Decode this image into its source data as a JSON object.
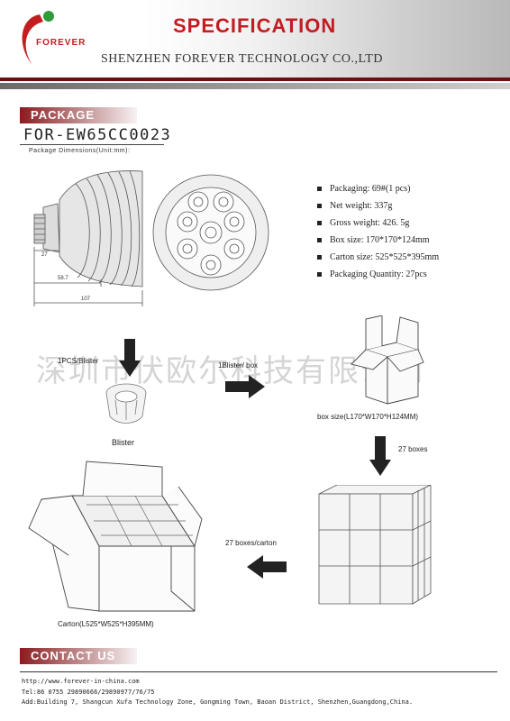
{
  "header": {
    "logo_text": "FOREVER",
    "title": "SPECIFICATION",
    "company": "SHENZHEN FOREVER TECHNOLOGY CO.,LTD"
  },
  "package_section": {
    "heading": "PACKAGE",
    "model": "FOR-EW65CC0023",
    "dimensions_label": "Package Dimensions(Unit:mm):",
    "drawing_dims": [
      "27",
      "58.7",
      "107"
    ]
  },
  "specs": [
    "Packaging: 69#(1 pcs)",
    "Net weight: 337g",
    "Gross weight: 426. 5g",
    "Box  size: 170*170*124mm",
    "Carton size: 525*525*395mm",
    "Packaging  Quantity: 27pcs"
  ],
  "flow": {
    "step1": "1PCS/Blister",
    "blister": "Blister",
    "step2": "1Blister/ box",
    "box_size": "box size(L170*W170*H124MM)",
    "step3": "27  boxes",
    "step4": "27 boxes/carton",
    "carton_size": "Carton(L525*W525*H395MM)"
  },
  "watermark": "深圳市伏欧尔科技有限公司",
  "contact_section": {
    "heading": "CONTACT US",
    "web": "http://www.forever-in-china.com",
    "tel": "Tel:86 0755 29890666/29890977/76/75",
    "address": "Add:Building 7, Shangcun Xufa Technology Zone, Gongming Town, Baoan District, Shenzhen,Guangdong,China."
  },
  "colors": {
    "brand_red": "#c31d22",
    "dark_red": "#6e0f13"
  }
}
